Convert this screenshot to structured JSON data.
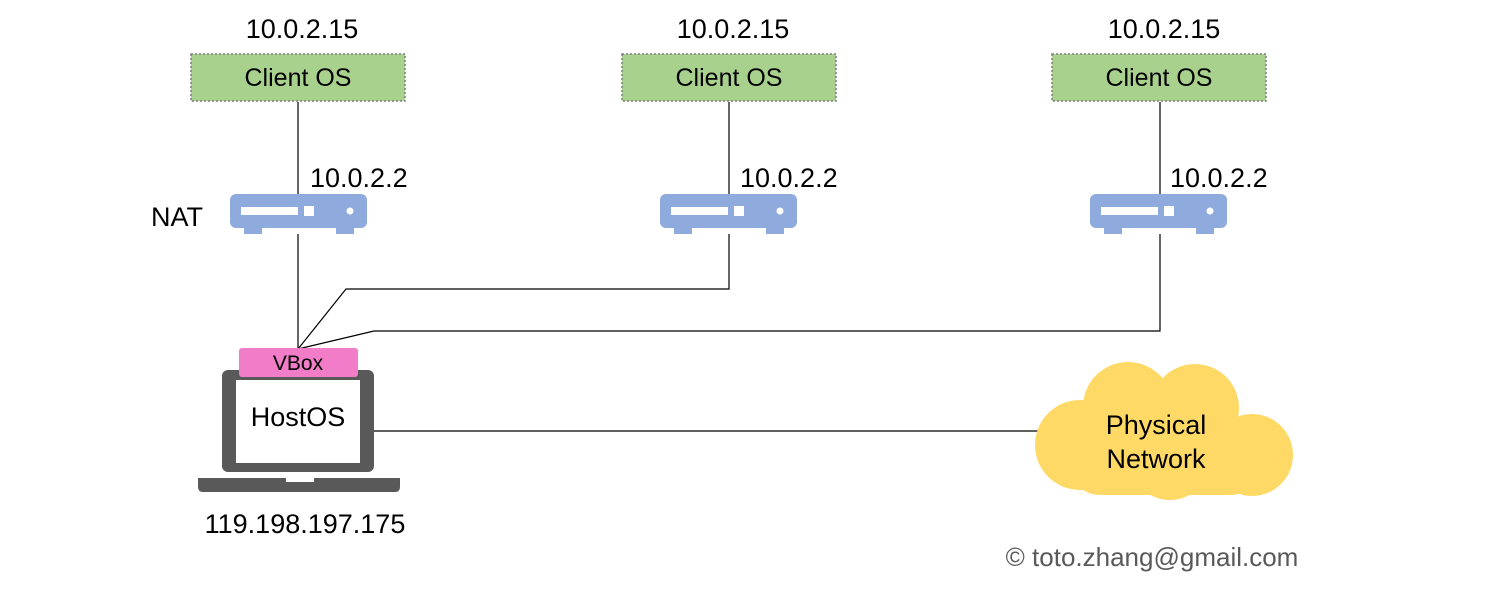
{
  "colors": {
    "client_box_fill": "#a9d18e",
    "client_box_border": "#7f7f7f",
    "router_fill": "#8faadc",
    "vbox_fill": "#f17cc8",
    "laptop_fill": "#595959",
    "cloud_fill": "#ffd966",
    "copyright_text": "#595959"
  },
  "clients": [
    {
      "label": "Client OS",
      "ip": "10.0.2.15",
      "gateway_ip": "10.0.2.2"
    },
    {
      "label": "Client OS",
      "ip": "10.0.2.15",
      "gateway_ip": "10.0.2.2"
    },
    {
      "label": "Client OS",
      "ip": "10.0.2.15",
      "gateway_ip": "10.0.2.2"
    }
  ],
  "nat_label": "NAT",
  "host": {
    "vbox_label": "VBox",
    "os_label": "HostOS",
    "ip": "119.198.197.175"
  },
  "cloud": {
    "line1": "Physical",
    "line2": "Network"
  },
  "copyright": "© toto.zhang@gmail.com"
}
